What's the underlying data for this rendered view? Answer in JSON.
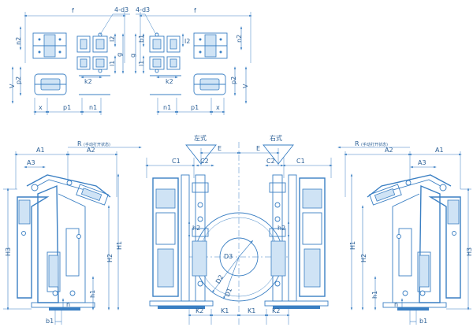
{
  "top_left_view": {
    "labels": {
      "f": "f",
      "n2": "n2",
      "d3_holes": "4-d3",
      "l2": "l2",
      "l1": "l1",
      "g": "g",
      "k2": "k2",
      "p2": "p2",
      "V": "V",
      "x": "x",
      "p1": "p1",
      "n1": "n1"
    }
  },
  "top_right_view": {
    "labels": {
      "f": "f",
      "d3_holes": "4-d3",
      "b1": "b1",
      "l2": "l2",
      "l1": "l1",
      "g": "g",
      "k2": "k2",
      "n2": "n2",
      "p2": "p2",
      "V": "V",
      "n1": "n1",
      "p1": "p1",
      "x": "x"
    }
  },
  "left_side_view": {
    "labels": {
      "A1": "A1",
      "A2": "A2",
      "A3": "A3",
      "R": "R",
      "R_note": "(手动打开状态)",
      "H3": "H3",
      "H2": "H2",
      "H1": "H1",
      "h1": "h1",
      "n": "n",
      "b1": "b1"
    }
  },
  "right_side_view": {
    "labels": {
      "A1": "A1",
      "A2": "A2",
      "A3": "A3",
      "R": "R",
      "R_note": "(手动打开状态)",
      "H3": "H3",
      "H2": "H2",
      "H1": "H1",
      "h1": "h1",
      "n": "n",
      "b1": "b1"
    }
  },
  "front_view": {
    "labels": {
      "left_type": "左式",
      "right_type": "右式",
      "E_left": "E",
      "E_right": "E",
      "C1_left": "C1",
      "C2_left": "C2",
      "C1_right": "C1",
      "C2_right": "C2",
      "D3": "D3",
      "D2": "D2",
      "D1": "D1",
      "h2_left": "h2",
      "h2_right": "h2",
      "K2_left": "K2",
      "K1_left": "K1",
      "K1_right": "K1",
      "K2_right": "K2"
    }
  },
  "colors": {
    "line": "#3a7fc3",
    "text": "#2b5f96",
    "background": "#ffffff"
  }
}
